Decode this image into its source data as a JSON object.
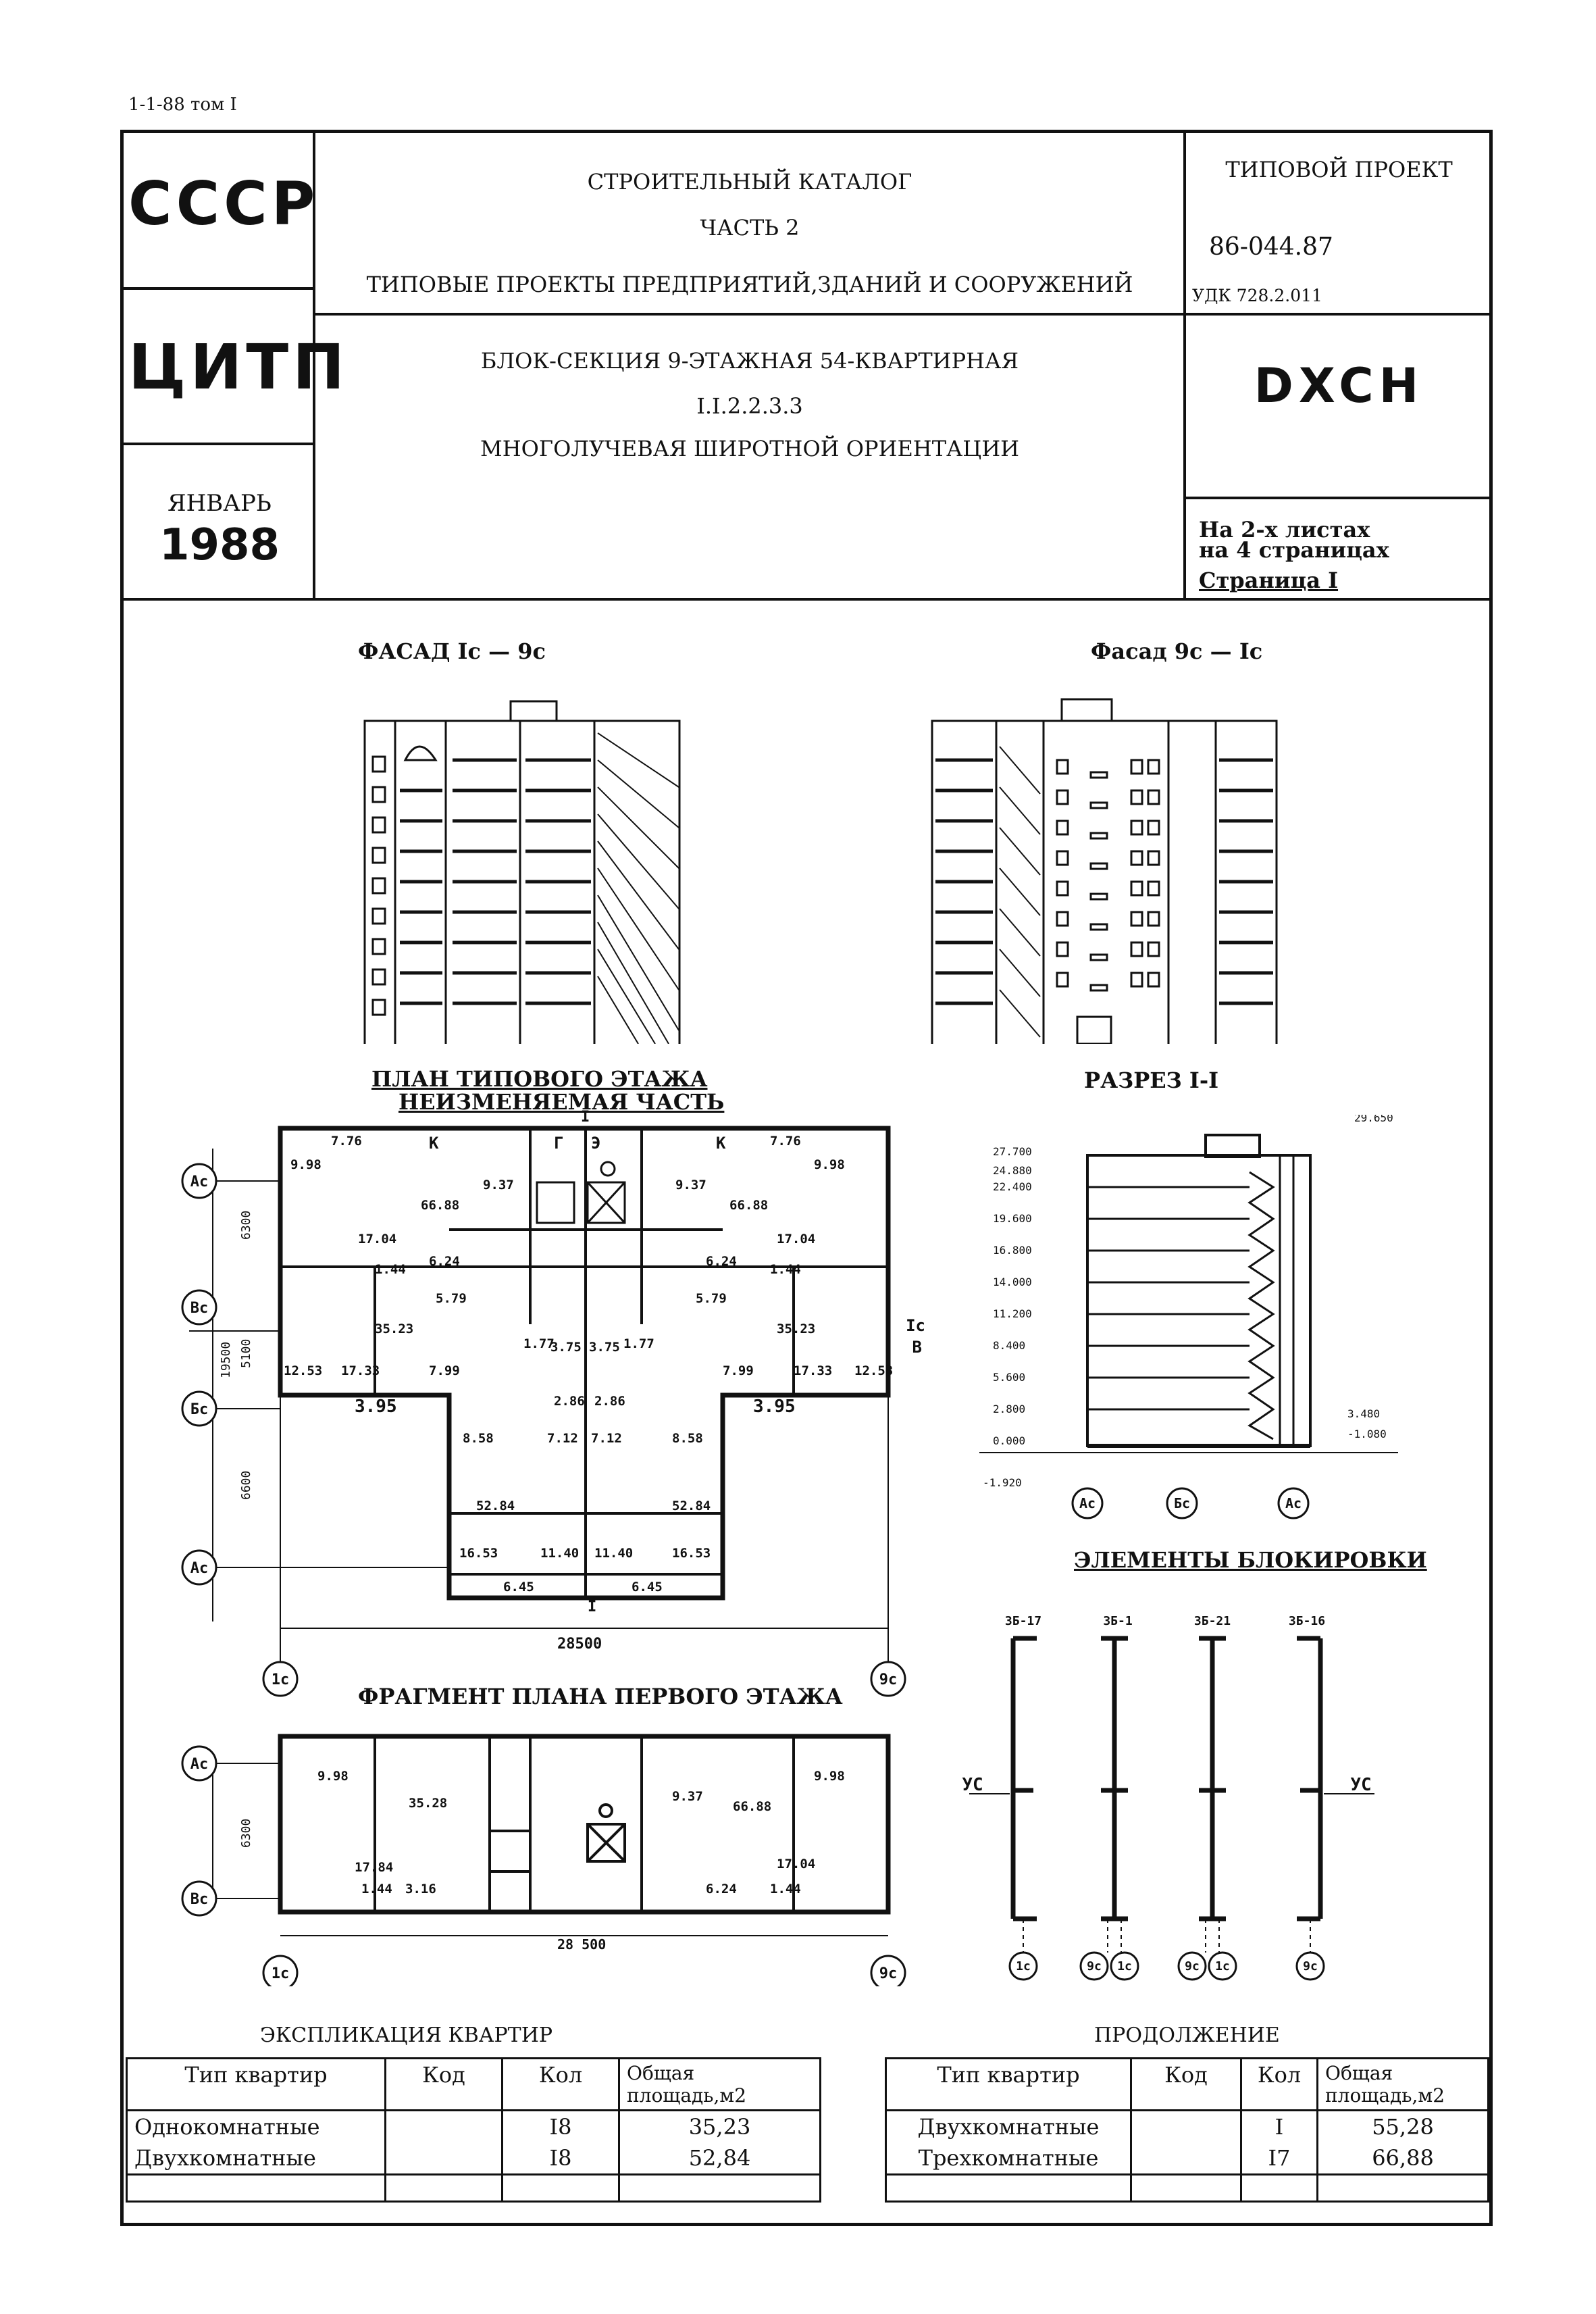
{
  "sheet_ref": "1-1-88 том I",
  "stamp": {
    "org1": "СССР",
    "org2": "ЦИТП",
    "month": "ЯНВАРЬ",
    "year": "1988",
    "catalog_title": "СТРОИТЕЛЬНЫЙ КАТАЛОГ",
    "catalog_part": "ЧАСТЬ 2",
    "catalog_subtitle": "ТИПОВЫЕ ПРОЕКТЫ ПРЕДПРИЯТИЙ,ЗДАНИЙ И СООРУЖЕНИЙ",
    "project_line1": "БЛОК-СЕКЦИЯ 9-ЭТАЖНАЯ 54-КВАРТИРНАЯ",
    "project_line2": "I.I.2.2.3.3",
    "project_line3": "МНОГОЛУЧЕВАЯ ШИРОТНОЙ ОРИЕНТАЦИИ",
    "type_label": "ТИПОВОЙ ПРОЕКТ",
    "project_number": "86-044.87",
    "udk": "УДК 728.2.011",
    "code": "DXCH",
    "sheets_line1": "На 2-х листах",
    "sheets_line2": "на 4 страницах",
    "page": "Страница I"
  },
  "drawings": {
    "facade1": "ФАСАД Iс — 9с",
    "facade2": "Фасад 9с — Iс",
    "plan_title1": "ПЛАН ТИПОВОГО ЭТАЖА",
    "plan_title2": "НЕИЗМЕНЯЕМАЯ ЧАСТЬ",
    "section_title": "РАЗРЕЗ I-I",
    "blocks_title": "ЭЛЕМЕНТЫ БЛОКИРОВКИ",
    "first_floor_title": "ФРАГМЕНТ ПЛАНА ПЕРВОГО ЭТАЖА",
    "plan_width": "28500",
    "plan_width2": "28 500",
    "axes": {
      "ac": "Ас",
      "bc": "Бс",
      "vc": "Вс",
      "c1": "1с",
      "c9": "9с"
    },
    "plan_dims": [
      "6300",
      "5100",
      "19500",
      "6600"
    ],
    "areas": [
      "9.98",
      "7.76",
      "66.88",
      "9.37",
      "17.04",
      "1.44",
      "6.24",
      "5.79",
      "35.23",
      "12.53",
      "17.33",
      "7.99",
      "3.75",
      "3.95",
      "8.58",
      "7.12",
      "52.84",
      "16.53",
      "11.40",
      "6.45",
      "2.86",
      "1.77"
    ],
    "ff_areas": [
      "9.98",
      "35.28",
      "17.84",
      "1.44",
      "3.16",
      "9.37",
      "66.88",
      "17.04",
      "6.24",
      "1.44"
    ],
    "levels": [
      "27.700",
      "24.880",
      "22.400",
      "19.600",
      "16.800",
      "14.000",
      "11.200",
      "8.400",
      "5.600",
      "2.800",
      "0.000",
      "-1.920",
      "29.650",
      "3.480",
      "-1.080"
    ],
    "blocks": [
      "3Б-17",
      "3Б-1",
      "3Б-21",
      "3Б-16"
    ],
    "ys": "УС",
    "plan_marks": [
      "К",
      "Г",
      "Э",
      "К",
      "I",
      "I",
      "Iс",
      "B"
    ]
  },
  "explication": {
    "title": "ЭКСПЛИКАЦИЯ КВАРТИР",
    "continuation_title": "ПРОДОЛЖЕНИЕ",
    "headers": [
      "Тип квартир",
      "Код",
      "Кол",
      "Общая площадь,м2"
    ],
    "headers2": [
      "Тип квартир",
      "Код",
      "Кол",
      "Общая площадь,м2"
    ],
    "rows": [
      {
        "type": "Однокомнатные",
        "code": "",
        "count": "I8",
        "area": "35,23"
      },
      {
        "type": "Двухкомнатные",
        "code": "",
        "count": "I8",
        "area": "52,84"
      }
    ],
    "rows2": [
      {
        "type": "Двухкомнатные",
        "code": "",
        "count": "I",
        "area": "55,28"
      },
      {
        "type": "Трехкомнатные",
        "code": "",
        "count": "I7",
        "area": "66,88"
      }
    ]
  }
}
